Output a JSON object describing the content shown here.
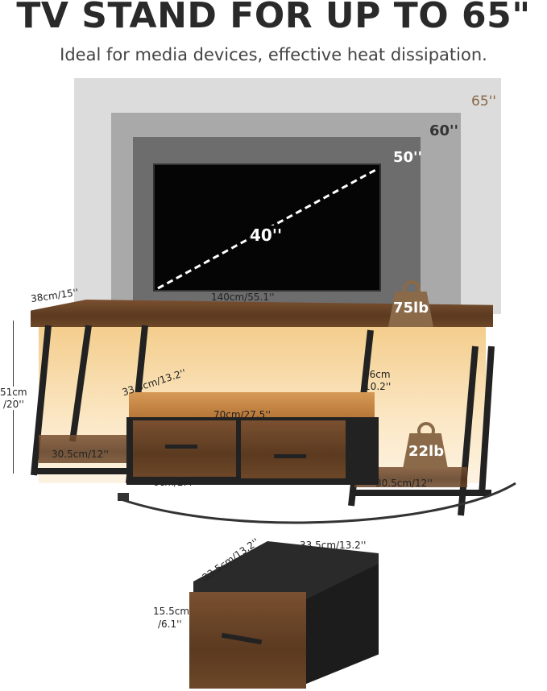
{
  "title": "TV STAND FOR UP TO 65\"",
  "subtitle": "Ideal for media devices, effective heat dissipation.",
  "screens": {
    "s65": "65''",
    "s60": "60''",
    "s50": "50''",
    "s40": "40''"
  },
  "dims": {
    "depth": "38cm/15''",
    "width": "140cm/55.1''",
    "height_cm": "51cm",
    "height_in": "/20''",
    "shelf_left": "30.5cm/12''",
    "drawer_depth": "33.5cm/13.2''",
    "drawer_width": "70cm/27.5''",
    "clearance": "6cm/2.4''",
    "gap_cm": "26cm",
    "gap_in": "/10.2''",
    "shelf_right": "30.5cm/12''",
    "box_w1": "33.5cm/13.2''",
    "box_w2": "33.5cm/13.2''",
    "box_h_cm": "15.5cm",
    "box_h_in": "/6.1''"
  },
  "weights": {
    "top": "75lb",
    "shelf": "22lb"
  },
  "colors": {
    "wood": "#6b4526",
    "weight": "#8a6a48",
    "accent65": "#8a6a48"
  }
}
